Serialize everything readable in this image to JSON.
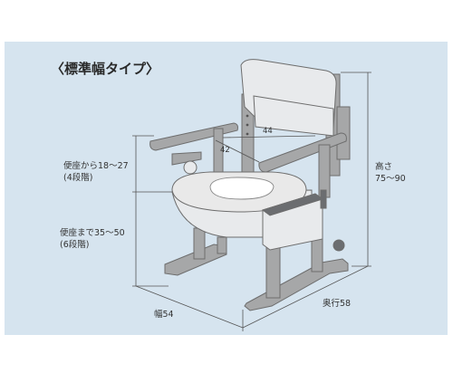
{
  "title": "〈標準幅タイプ〉",
  "colors": {
    "panel_bg": "#d6e4ef",
    "body": "#e8eaec",
    "frame": "#a6a7a8",
    "dark": "#6b6d70",
    "seat": "#e9e9e9"
  },
  "dimensions": {
    "seat_from_line1": "便座から18～27",
    "seat_from_line2": "(4段階)",
    "seat_to_line1": "便座まで35～50",
    "seat_to_line2": "(6段階)",
    "height_line1": "高さ",
    "height_line2": "75～90",
    "width": "幅54",
    "depth": "奥行58",
    "inner_width": "44",
    "inner_depth": "42"
  }
}
